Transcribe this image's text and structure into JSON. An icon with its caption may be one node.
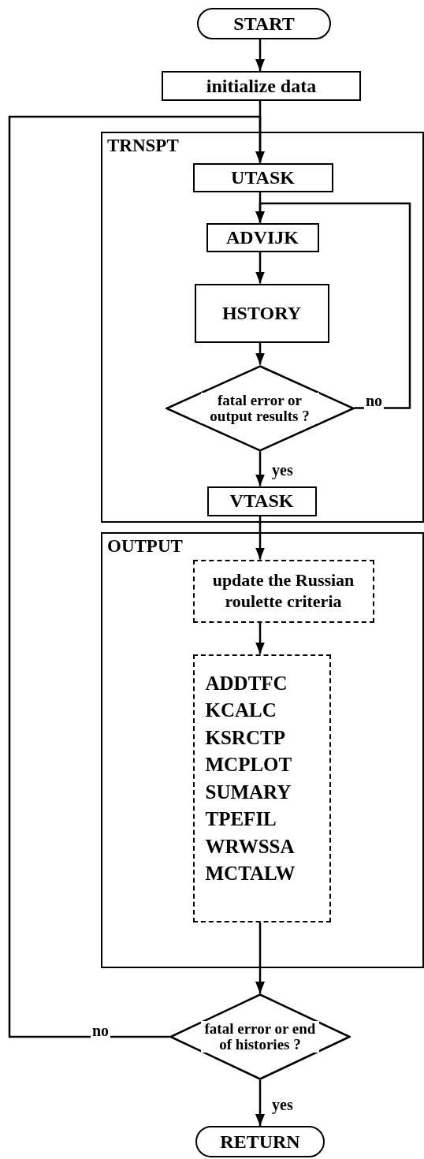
{
  "diagram": {
    "nodes": [
      {
        "text": [
          "START"
        ]
      },
      {
        "text": [
          "initialize data"
        ]
      },
      {
        "text": [
          "TRNSPT"
        ]
      },
      {
        "text": [
          "UTASK"
        ],
        "in": 2
      },
      {
        "text": [
          "ADVIJK"
        ],
        "in": 2
      },
      {
        "text": [
          "HSTORY"
        ],
        "in": 2
      },
      {
        "text": [
          "fatal error or output results ?"
        ],
        "in": 2
      },
      {
        "text": [
          "VTASK"
        ],
        "in": 2
      },
      {
        "text": [
          "OUTPUT"
        ]
      },
      {
        "text": [
          "update the Russian roulette criteria"
        ],
        "in": 8
      },
      {
        "text": [
          "ADDTFC",
          "KCALC",
          "KSRCTP",
          "MCPLOT",
          "SUMARY",
          "TPEFIL",
          "WRWSSA",
          "MCTALW"
        ],
        "in": 8
      },
      {
        "text": [
          "fatal error or end of histories ?"
        ]
      },
      {
        "text": [
          "RETURN"
        ]
      }
    ],
    "edges": [
      {
        "from": 0,
        "to": 1,
        "arrow": "to"
      },
      {
        "from": 1,
        "to": 3,
        "arrow": "to"
      },
      {
        "from": 3,
        "to": 4,
        "arrow": "to"
      },
      {
        "from": 4,
        "to": 5,
        "arrow": "to"
      },
      {
        "from": 5,
        "to": 6,
        "arrow": "to"
      },
      {
        "from": 6,
        "to": 4,
        "arrow": "to",
        "label": "no"
      },
      {
        "from": 6,
        "to": 7,
        "arrow": "to",
        "label": "yes"
      },
      {
        "from": 7,
        "to": 9,
        "arrow": "to"
      },
      {
        "from": 9,
        "to": 10,
        "arrow": "to"
      },
      {
        "from": 10,
        "to": 11,
        "arrow": "to"
      },
      {
        "from": 11,
        "to": 3,
        "arrow": "to",
        "label": "no"
      },
      {
        "from": 11,
        "to": 12,
        "arrow": "to",
        "label": "yes"
      }
    ]
  }
}
